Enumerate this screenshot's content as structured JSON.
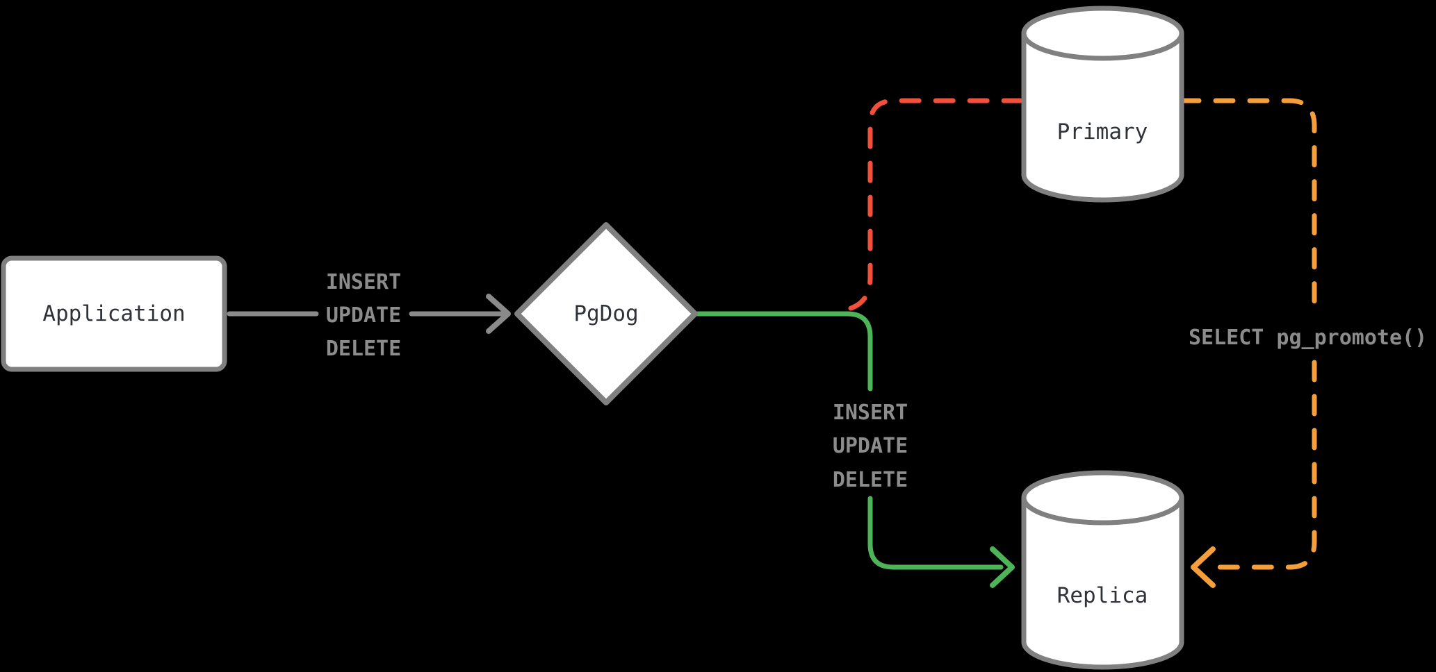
{
  "diagram": {
    "nodes": {
      "application": {
        "label": "Application",
        "shape": "rounded-rect"
      },
      "pgdog": {
        "label": "PgDog",
        "shape": "diamond"
      },
      "primary": {
        "label": "Primary",
        "shape": "database-cylinder"
      },
      "replica": {
        "label": "Replica",
        "shape": "database-cylinder"
      }
    },
    "edges": {
      "app_to_pgdog": {
        "lines": [
          "INSERT",
          "UPDATE",
          "DELETE"
        ],
        "style": "solid-gray-arrow"
      },
      "pgdog_to_replica": {
        "lines": [
          "INSERT",
          "UPDATE",
          "DELETE"
        ],
        "style": "solid-green-arrow"
      },
      "pgdog_to_primary": {
        "style": "dashed-red-no-arrow"
      },
      "primary_to_replica": {
        "label": "SELECT pg_promote()",
        "style": "dashed-orange-arrow"
      }
    },
    "colors": {
      "background": "#000000",
      "node_fill": "#FFFFFF",
      "node_border": "#808080",
      "node_text": "#2F3338",
      "edge_gray": "#8A8A8A",
      "label_gray": "#8C8C8C",
      "green": "#4DB558",
      "red": "#F2503B",
      "orange": "#F59E3C"
    }
  }
}
